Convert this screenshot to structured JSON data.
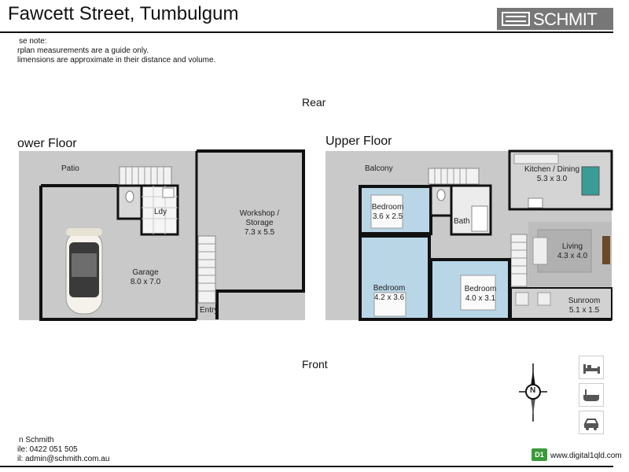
{
  "header": {
    "title": "Fawcett Street, Tumbulgum",
    "logo_text": "SCHMIT"
  },
  "notes": [
    "se note:",
    "rplan measurements are a guide only.",
    "limensions are approximate in their distance and volume."
  ],
  "orientation": {
    "rear": "Rear",
    "front": "Front"
  },
  "lower_floor": {
    "title": "ower Floor",
    "rooms": {
      "patio": "Patio",
      "ldy": "Ldy",
      "workshop_name": "Workshop /",
      "workshop_name2": "Storage",
      "workshop_dim": "7.3 x 5.5",
      "garage_name": "Garage",
      "garage_dim": "8.0 x 7.0",
      "entry": "Entry"
    }
  },
  "upper_floor": {
    "title": "Upper Floor",
    "rooms": {
      "balcony": "Balcony",
      "kitchen_name": "Kitchen / Dining",
      "kitchen_dim": "5.3 x 3.0",
      "bed1_name": "Bedroom",
      "bed1_dim": "3.6 x 2.5",
      "bath": "Bath",
      "living_name": "Living",
      "living_dim": "4.3 x 4.0",
      "bed2_name": "Bedroom",
      "bed2_dim": "4.2 x 3.6",
      "bed3_name": "Bedroom",
      "bed3_dim": "4.0 x 3.1",
      "sunroom_name": "Sunroom",
      "sunroom_dim": "5.1 x 1.5"
    }
  },
  "compass_letter": "N",
  "side_icons": [
    "bed-icon",
    "bath-icon",
    "car-icon"
  ],
  "footer": {
    "contact_name": "n Schmith",
    "contact_phone": "ile:  0422 051 505",
    "contact_email": "il:  admin@schmith.com.au",
    "website": "www.digital1qld.com",
    "d1_logo": "D1"
  },
  "colors": {
    "floor_grey": "#c9c9c9",
    "bedroom_blue": "#b9d6e6",
    "wall": "#111111",
    "logo_grey": "#777777",
    "d1_green": "#3a9a3a"
  }
}
